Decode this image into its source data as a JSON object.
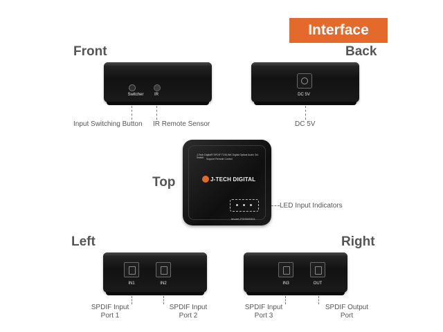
{
  "banner": {
    "title": "Interface"
  },
  "sections": {
    "front": "Front",
    "back": "Back",
    "top": "Top",
    "left": "Left",
    "right": "Right"
  },
  "front": {
    "switcher_label": "Switcher",
    "ir_label": "IR",
    "callouts": [
      "Input Switching Button",
      "IR Remote Sensor"
    ]
  },
  "back": {
    "dc_label": "DC 5V",
    "callout": "DC 5V"
  },
  "top": {
    "print_line1": "J-Tech Digital® SPDIF TOSLINK Digital Optical Audio 3x1 Switch",
    "print_line2": "Support Remote Control",
    "brand": "J-TECH DIGITAL",
    "model": "Model:JTDSW0301",
    "callout": "LED Input Indicators"
  },
  "left": {
    "port_labels": [
      "IN1",
      "IN2"
    ],
    "callouts": [
      {
        "line1": "SPDIF Input",
        "line2": "Port 1"
      },
      {
        "line1": "SPDIF Input",
        "line2": "Port 2"
      }
    ]
  },
  "right": {
    "port_labels": [
      "IN3",
      "OUT"
    ],
    "callouts": [
      {
        "line1": "SPDIF Input",
        "line2": "Port 3"
      },
      {
        "line1": "SPDIF Output",
        "line2": "Port"
      }
    ]
  },
  "colors": {
    "accent": "#e46a2c",
    "device": "#151515",
    "text": "#555555"
  }
}
